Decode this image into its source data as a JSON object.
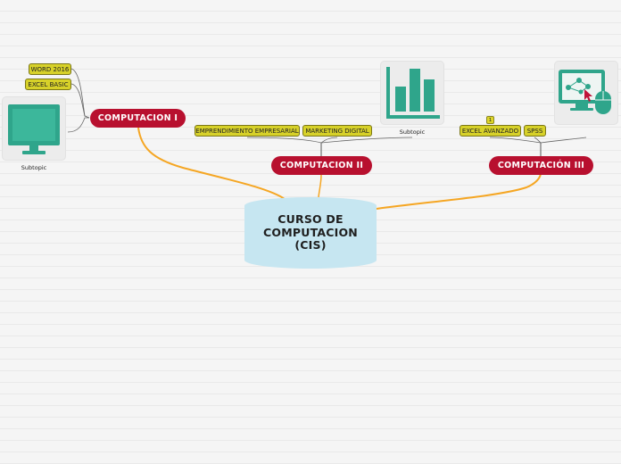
{
  "central": {
    "label": "CURSO DE\nCOMPUTACION\n(CIS)"
  },
  "topics": {
    "comp1": {
      "label": "COMPUTACION I"
    },
    "comp2": {
      "label": "COMPUTACION II"
    },
    "comp3": {
      "label": "COMPUTACIÓN III"
    }
  },
  "subtopics": {
    "word": "WORD 2016",
    "excel_basic": "EXCEL BASIC",
    "emprendimiento": "EMPRENDIMIENTO EMPRESARIAL",
    "marketing": "MARKETING DIGITAL",
    "excel_avanzado": "EXCEL AVANZADO",
    "spss": "SPSS",
    "excel_avanzado_badge": "1"
  },
  "images": {
    "monitor": {
      "icon": "monitor-icon",
      "caption": "Subtopic"
    },
    "chart": {
      "icon": "bar-chart-icon",
      "caption": "Subtopic"
    },
    "computer_mouse": {
      "icon": "computer-mouse-icon"
    }
  },
  "colors": {
    "topic": "#b8102f",
    "central": "#c6e6f1",
    "chip": "#d7d129",
    "connector": "#f5a623",
    "icon": "#2fa58b"
  }
}
